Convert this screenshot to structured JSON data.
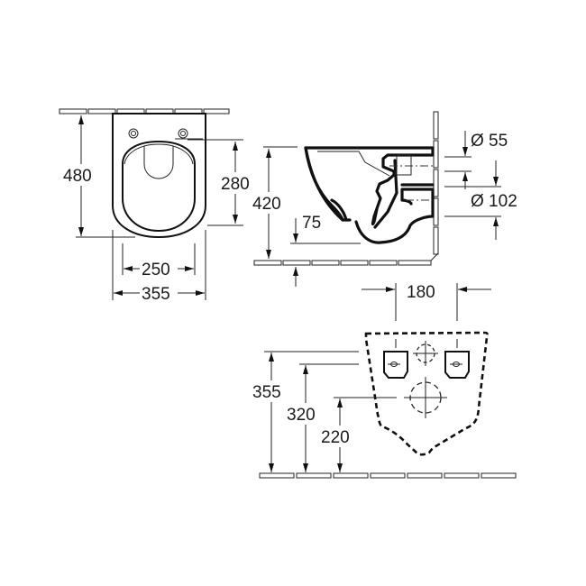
{
  "diagram": {
    "title": "Wall-hung WC dimensional drawing",
    "views": {
      "top_view": {
        "dimensions": {
          "overall_length": "480",
          "bowl_opening_length": "280",
          "inner_width": "250",
          "overall_width": "355"
        }
      },
      "side_view": {
        "dimensions": {
          "rim_height": "420",
          "outlet_height": "75",
          "water_inlet_diameter": "Ø 55",
          "waste_outlet_diameter": "Ø 102"
        }
      },
      "rear_view": {
        "dimensions": {
          "fixing_spacing": "180",
          "fixing_height": "355",
          "inlet_height": "320",
          "outlet_height": "220"
        }
      }
    }
  }
}
